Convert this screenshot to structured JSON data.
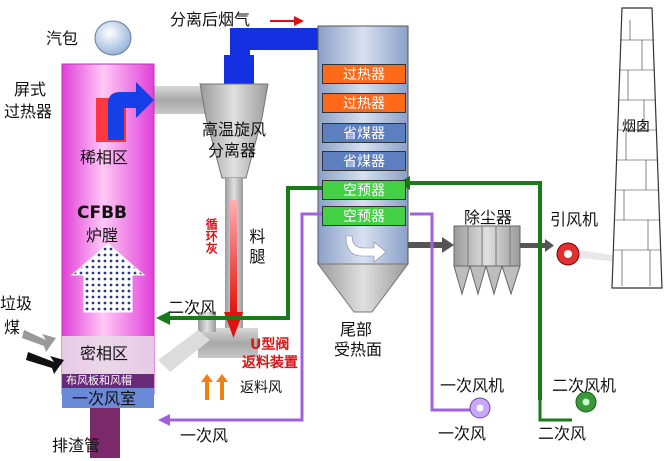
{
  "labels": {
    "drum": "汽包",
    "platen_sh_1": "屏式",
    "platen_sh_2": "过热器",
    "flue_gas_after_sep": "分离后烟气",
    "cyclone_1": "高温旋风",
    "cyclone_2": "分离器",
    "dilute_zone": "稀相区",
    "cfbb": "CFBB",
    "furnace": "炉膛",
    "garbage_1": "垃圾",
    "garbage_2": "煤",
    "dense_zone": "密相区",
    "distributor": "布风板和风帽",
    "primary_air_chamber": "一次风室",
    "slag_pipe": "排渣管",
    "recirc_ash": "循环灰",
    "return_leg": "料腿",
    "secondary_air_left": "二次风",
    "u_valve_1": "U型阀",
    "u_valve_2": "返料装置",
    "return_air": "返料风",
    "primary_air_bottom": "一次风",
    "tail_1": "尾部",
    "tail_2": "受热面",
    "dust_collector": "除尘器",
    "id_fan": "引风机",
    "chimney": "烟囱",
    "primary_fan": "一次风机",
    "primary_air_right": "一次风",
    "secondary_fan": "二次风机",
    "secondary_air_right": "二次风",
    "superheater_1": "过热器",
    "superheater_2": "过热器",
    "economizer_1": "省煤器",
    "economizer_2": "省煤器",
    "air_preheater_1": "空预器",
    "air_preheater_2": "空预器"
  },
  "colors": {
    "furnace_pink": "#f050e0",
    "superheater": "#ff6a1a",
    "economizer": "#5d7fc0",
    "air_preheater": "#44d044",
    "secondary_air_line": "#1a7a1a",
    "primary_air_line": "#a060e0",
    "flue_duct": "#1530e0",
    "red_arrow": "#e01010"
  }
}
